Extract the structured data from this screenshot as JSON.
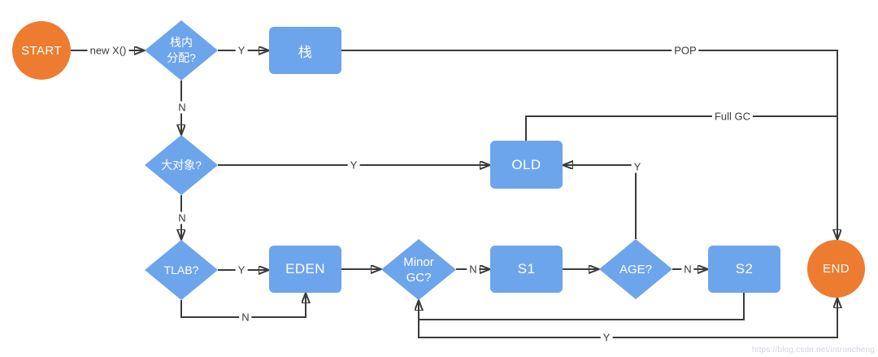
{
  "diagram_kind": "flowchart",
  "colors": {
    "node_blue": "#6da5ec",
    "node_orange": "#ed7c30",
    "connector": "#3b3b3b",
    "edge_label_text": "#3b3b3b",
    "watermark_text": "#d2d6de"
  },
  "nodes": {
    "start": {
      "label": "START"
    },
    "stack_alloc_q": {
      "line1": "栈内",
      "line2": "分配?"
    },
    "stack": {
      "label": "栈"
    },
    "big_obj_q": {
      "label": "大对象?"
    },
    "old": {
      "label": "OLD"
    },
    "tlab_q": {
      "label": "TLAB?"
    },
    "eden": {
      "label": "EDEN"
    },
    "minor_gc_q": {
      "line1": "Minor",
      "line2": "GC?"
    },
    "s1": {
      "label": "S1"
    },
    "age_q": {
      "label": "AGE?"
    },
    "s2": {
      "label": "S2"
    },
    "end": {
      "label": "END"
    }
  },
  "edges": {
    "new_x": "new X()",
    "stack_alloc_y": "Y",
    "stack_alloc_n": "N",
    "pop": "POP",
    "big_obj_y": "Y",
    "big_obj_n": "N",
    "full_gc": "Full GC",
    "tlab_y": "Y",
    "tlab_n": "N",
    "minor_gc_n": "N",
    "age_y": "Y",
    "age_n": "N",
    "minor_gc_y": "Y"
  },
  "watermark": "https://blog.csdn.net/introncheng"
}
